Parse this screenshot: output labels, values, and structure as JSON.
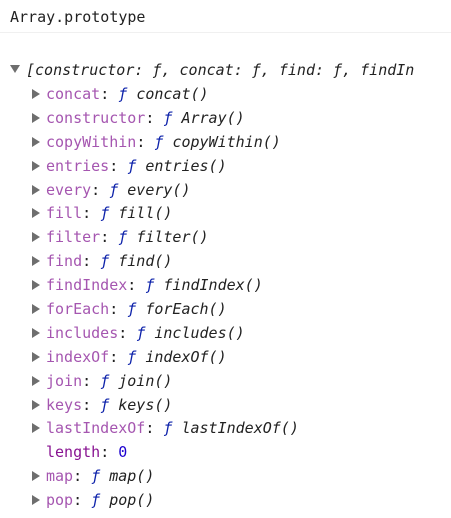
{
  "console": {
    "input": "Array.prototype",
    "summary": "[constructor: ƒ, concat: ƒ, find: ƒ, findIn",
    "fn_glyph": "ƒ",
    "properties": [
      {
        "key": "concat",
        "value": "concat()"
      },
      {
        "key": "constructor",
        "value": "Array()"
      },
      {
        "key": "copyWithin",
        "value": "copyWithin()"
      },
      {
        "key": "entries",
        "value": "entries()"
      },
      {
        "key": "every",
        "value": "every()"
      },
      {
        "key": "fill",
        "value": "fill()"
      },
      {
        "key": "filter",
        "value": "filter()"
      },
      {
        "key": "find",
        "value": "find()"
      },
      {
        "key": "findIndex",
        "value": "findIndex()"
      },
      {
        "key": "forEach",
        "value": "forEach()"
      },
      {
        "key": "includes",
        "value": "includes()"
      },
      {
        "key": "indexOf",
        "value": "indexOf()"
      },
      {
        "key": "join",
        "value": "join()"
      },
      {
        "key": "keys",
        "value": "keys()"
      },
      {
        "key": "lastIndexOf",
        "value": "lastIndexOf()"
      },
      {
        "key": "length",
        "value": "0"
      },
      {
        "key": "map",
        "value": "map()"
      },
      {
        "key": "pop",
        "value": "pop()"
      }
    ]
  },
  "colors": {
    "key": "#881391",
    "function_glyph": "#0d22aa",
    "number": "#1c00cf",
    "text": "#222222",
    "triangle": "#6e6e6e"
  }
}
